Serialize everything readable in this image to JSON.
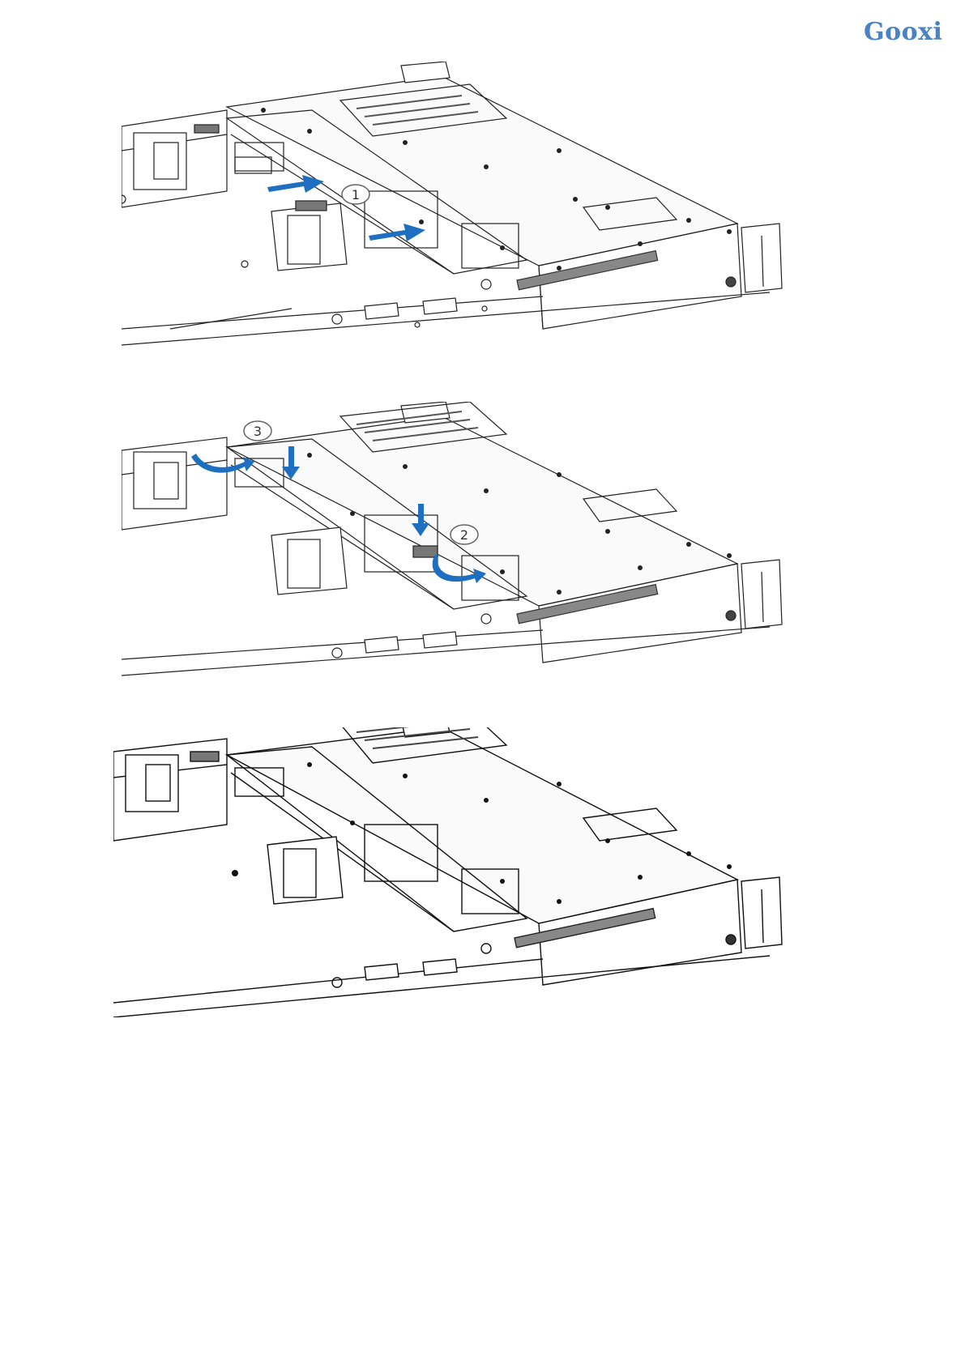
{
  "header": {
    "logo_text": "Gooxi",
    "logo_color": "#4a82c3"
  },
  "figures": [
    {
      "step_callouts": [
        "1"
      ],
      "arrow_color": "#1f6fc0",
      "arrow_icons": [
        "arrow-right-icon",
        "arrow-right-icon"
      ]
    },
    {
      "step_callouts": [
        "3",
        "2"
      ],
      "arrow_color": "#1f6fc0",
      "arrow_icons": [
        "arrow-down-icon",
        "arrow-down-icon",
        "curved-arrow-icon",
        "curved-arrow-icon"
      ]
    },
    {
      "step_callouts": []
    }
  ]
}
